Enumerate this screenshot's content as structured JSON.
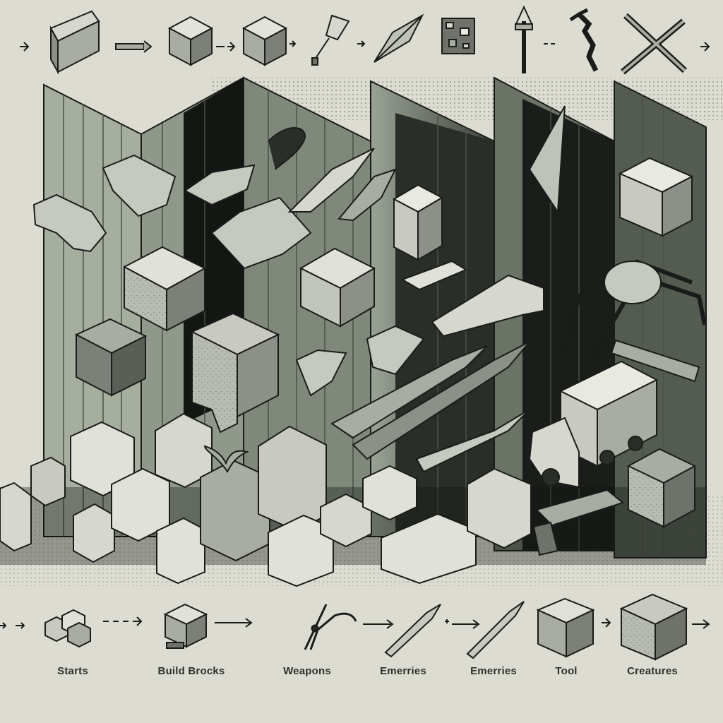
{
  "progression": {
    "labels": [
      "Starts",
      "Build Brocks",
      "Weapons",
      "Emerries",
      "Emerries",
      "Tool",
      "Creatures"
    ],
    "label_colors": {
      "text": "#2e302b"
    }
  },
  "palette": {
    "background": "#dcdcd2",
    "wall_light": "#8c9688",
    "wall_dark": "#1e211e",
    "block_light": "#d6d8d0",
    "block_mid": "#a8aca2",
    "block_dark": "#6e726a",
    "outline": "#1a1c19"
  },
  "icons": {
    "top_row": [
      "arrow-icon",
      "ingot-icon",
      "arrow-icon",
      "block-icon",
      "arrow-icon",
      "block-icon",
      "arrow-icon",
      "arrow-spear-icon",
      "arrow-icon",
      "feather-blade-icon",
      "ore-icon",
      "trident-icon",
      "arrow-icon",
      "pickaxe-icon",
      "crossed-tools-icon",
      "arrow-icon"
    ],
    "bottom_row": [
      "blocks-cluster-icon",
      "build-block-icon",
      "pliers-icon",
      "sword-icon",
      "sword-icon",
      "cube-icon",
      "creature-cube-icon"
    ]
  }
}
